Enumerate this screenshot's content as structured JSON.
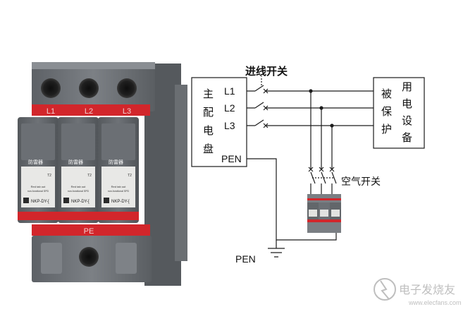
{
  "device_photo": {
    "phase_labels": [
      "L1",
      "L2",
      "L3"
    ],
    "bottom_label": "PE",
    "module_label": "NKP-DY-[",
    "module_tag": "T2",
    "module_title": "防雷器",
    "module_note_1": "Red tab out",
    "module_note_2": "non-functional SPD"
  },
  "wiring": {
    "switch_label": "进线开关",
    "panel_chars": [
      "主",
      "配",
      "电",
      "盘"
    ],
    "lines": [
      "L1",
      "L2",
      "L3"
    ],
    "pen_label": "PEN",
    "protected_chars": [
      "被",
      "保",
      "护"
    ],
    "equipment_chars": [
      "用",
      "电",
      "设",
      "备"
    ],
    "breaker_label": "空气开关",
    "ground_label": "PEN"
  },
  "watermark": {
    "text": "电子发烧友",
    "url": "www.elecfans.com"
  },
  "colors": {
    "device_body": "#6f7378",
    "device_dark": "#4a4d51",
    "red_stripe": "#d2262b",
    "wire": "#1c1c1c"
  }
}
